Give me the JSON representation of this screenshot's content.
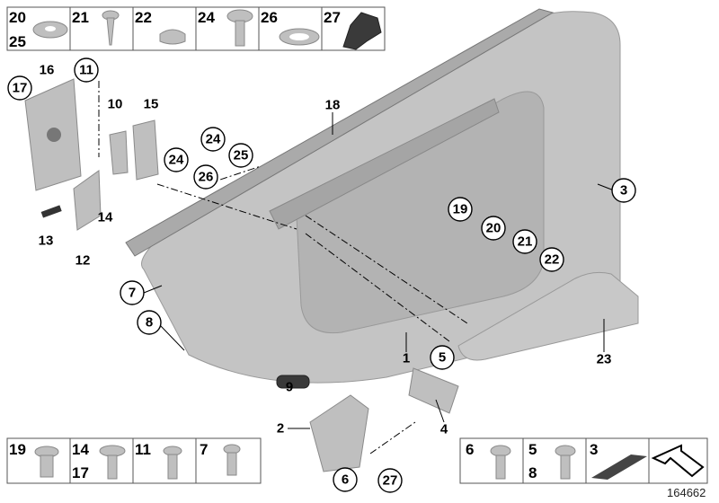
{
  "diagram_id": "164662",
  "top_strip": [
    {
      "labels": [
        "20",
        "25"
      ],
      "part": "washer"
    },
    {
      "labels": [
        "21"
      ],
      "part": "tapping-screw"
    },
    {
      "labels": [
        "22"
      ],
      "part": "cap"
    },
    {
      "labels": [
        "24"
      ],
      "part": "torx-bolt"
    },
    {
      "labels": [
        "26"
      ],
      "part": "washer"
    },
    {
      "labels": [
        "27"
      ],
      "part": "rubber-buffer"
    }
  ],
  "bottom_left_strip": [
    {
      "labels": [
        "19"
      ],
      "part": "expanding-nut"
    },
    {
      "labels": [
        "14",
        "17"
      ],
      "part": "flat-head-screw"
    },
    {
      "labels": [
        "11"
      ],
      "part": "hex-bolt"
    },
    {
      "labels": [
        "7"
      ],
      "part": "hex-bolt"
    }
  ],
  "bottom_right_strip": [
    {
      "labels": [
        "6"
      ],
      "part": "hex-bolt"
    },
    {
      "labels": [
        "5",
        "8"
      ],
      "part": "countersunk-screw"
    },
    {
      "labels": [
        "3"
      ],
      "part": "pad"
    },
    {
      "labels": [
        ""
      ],
      "part": "direction-arrow"
    }
  ],
  "callouts_circled": [
    "11",
    "17",
    "24",
    "25",
    "24",
    "26",
    "3",
    "19",
    "20",
    "21",
    "22",
    "7",
    "8",
    "5",
    "6",
    "27"
  ],
  "callouts_plain": [
    "16",
    "10",
    "15",
    "18",
    "14",
    "13",
    "12",
    "1",
    "23",
    "9",
    "2",
    "4"
  ]
}
